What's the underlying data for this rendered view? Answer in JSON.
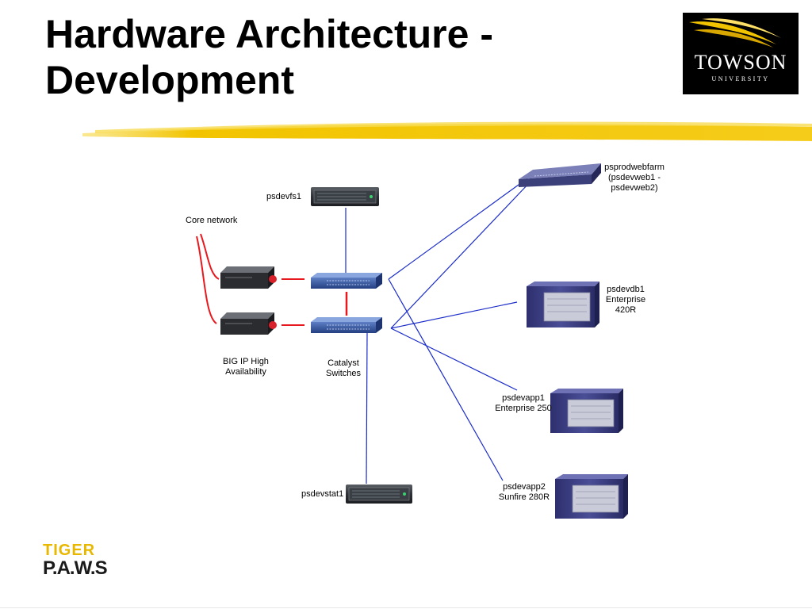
{
  "slide": {
    "title_line1": "Hardware Architecture -",
    "title_line2": "Development"
  },
  "logo": {
    "name": "TOWSON",
    "subtitle": "UNIVERSITY"
  },
  "footer_logo": {
    "line1": "TIGER",
    "line2": "P.A.W.S"
  },
  "colors": {
    "accent_stripe": "#f2c400",
    "link_blue": "#1a2cc8",
    "link_red": "#e8191e",
    "logo_bg": "#000000"
  },
  "diagram": {
    "labels": {
      "psdevfs1": "psdevfs1",
      "core_network": "Core network",
      "bigip": [
        "BIG IP High",
        "Availability"
      ],
      "catalyst": [
        "Catalyst",
        "Switches"
      ],
      "psprodwebfarm": [
        "psprodwebfarm",
        "(psdevweb1 -",
        "psdevweb2)"
      ],
      "psdevdb1": [
        "psdevdb1",
        "Enterprise",
        "420R"
      ],
      "psdevapp1": [
        "psdevapp1",
        "Enterprise 250"
      ],
      "psdevapp2": [
        "psdevapp2",
        "Sunfire 280R"
      ],
      "psdevstat1": "psdevstat1"
    },
    "icons": {
      "file_server": "rack-server-icon",
      "load_balancer": "load-balancer-icon",
      "switch": "network-switch-icon",
      "web_farm": "blade-server-icon",
      "enterprise_server": "enterprise-server-icon"
    }
  }
}
